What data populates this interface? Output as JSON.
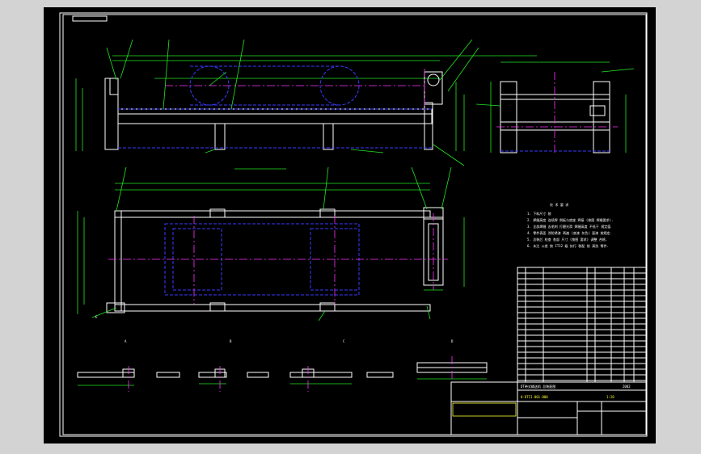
{
  "drawing": {
    "view_labels": [
      "A",
      "B",
      "C",
      "D",
      "E"
    ],
    "tech_title": "技 术 要 求",
    "tech_notes": [
      "1. 下料尺寸 按",
      "2. 焊缝高度 连续焊 侧板与底座 焊接 (按图 焊缝要求).",
      "3. 全部焊缝 去毛刺 打磨光滑 焊缝高度 不低于 规定值",
      "4. 零件表面 涂防锈漆 两遍 (底漆 灰色) 面漆 按规定.",
      "5. 总装后 检查 各部 尺寸 (按图 要求) 调整 合格.",
      "6. 未注 公差 按 IT12 级 执行 装配 前 清洗 零件."
    ],
    "title_block": {
      "drawing_name": "DT带式输送机 总装配图",
      "year": "2002",
      "code": "0-DTII-001-000",
      "scale": "1:20"
    },
    "colors": {
      "background": "#000000",
      "frame": "#ffffff",
      "dimension": "#22e622",
      "hidden": "#3a3aff",
      "centerline": "#ff33ff",
      "text_highlight": "#ffff33"
    }
  }
}
